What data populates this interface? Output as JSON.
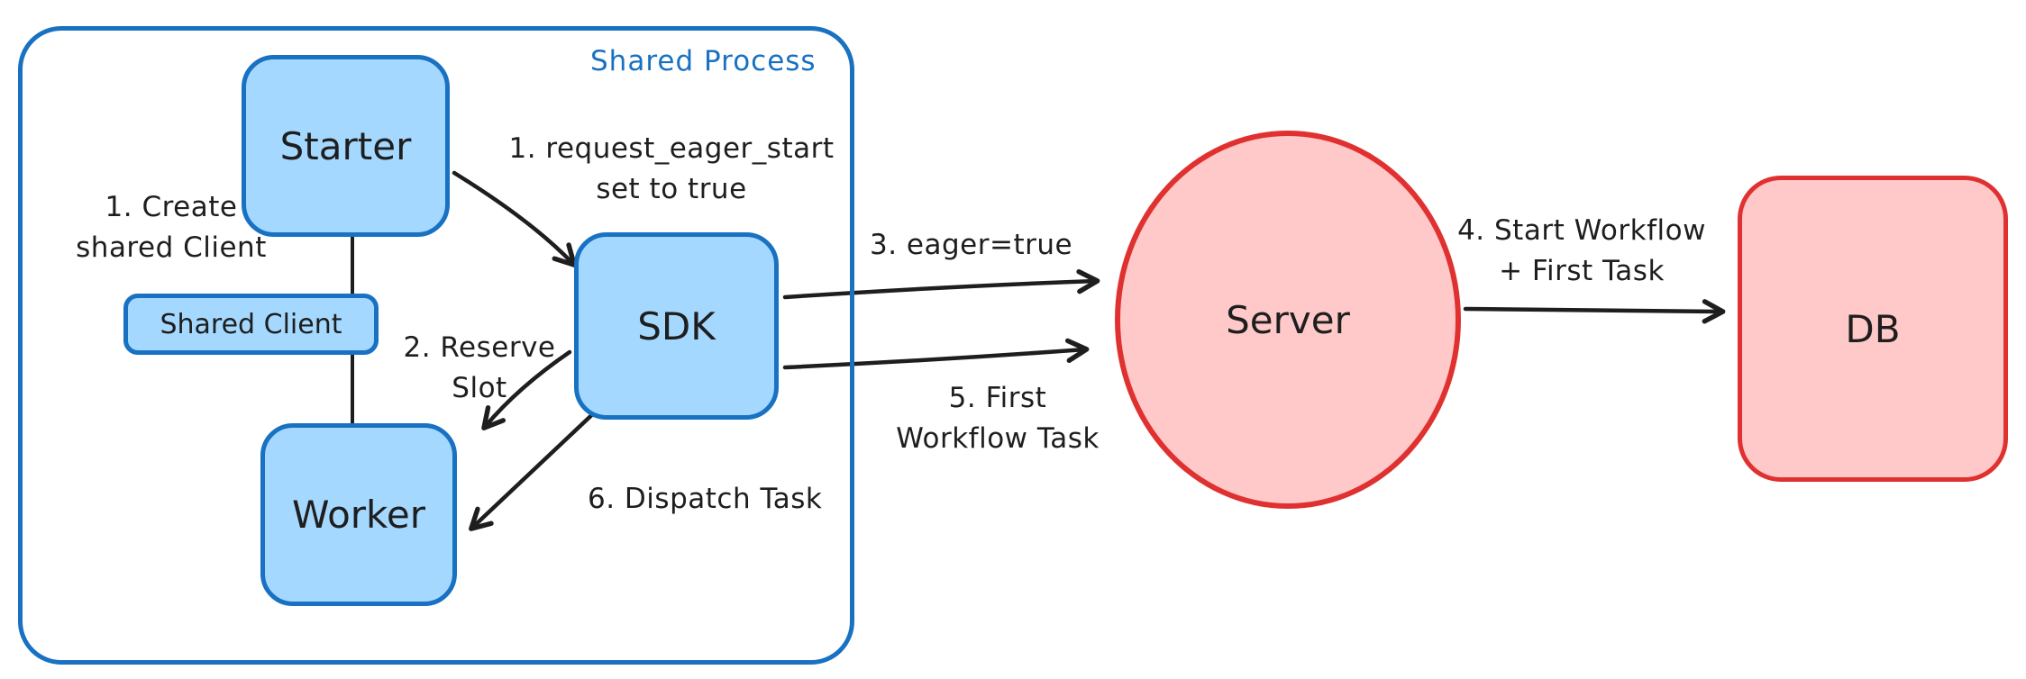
{
  "colors": {
    "blue_stroke": "#1971c2",
    "blue_fill": "#a5d8ff",
    "red_stroke": "#e03131",
    "red_fill": "#ffc9c9",
    "text": "#1e1e1e"
  },
  "frame": {
    "label": "Shared Process"
  },
  "nodes": {
    "starter": {
      "label": "Starter"
    },
    "shared_client": {
      "label": "Shared Client"
    },
    "worker": {
      "label": "Worker"
    },
    "sdk": {
      "label": "SDK"
    },
    "server": {
      "label": "Server"
    },
    "db": {
      "label": "DB"
    }
  },
  "annotations": {
    "create_shared_client": {
      "line1": "1. Create",
      "line2": "shared Client"
    },
    "request_eager_start": {
      "line1": "1. request_eager_start",
      "line2": "set to true"
    },
    "reserve_slot": {
      "line1": "2. Reserve",
      "line2": "Slot"
    },
    "dispatch_task": {
      "text": "6. Dispatch Task"
    },
    "eager_true": {
      "text": "3. eager=true"
    },
    "first_workflow_task": {
      "line1": "5. First",
      "line2": "Workflow Task"
    },
    "start_workflow_first_task": {
      "line1": "4. Start Workflow",
      "line2": "+ First Task"
    }
  }
}
